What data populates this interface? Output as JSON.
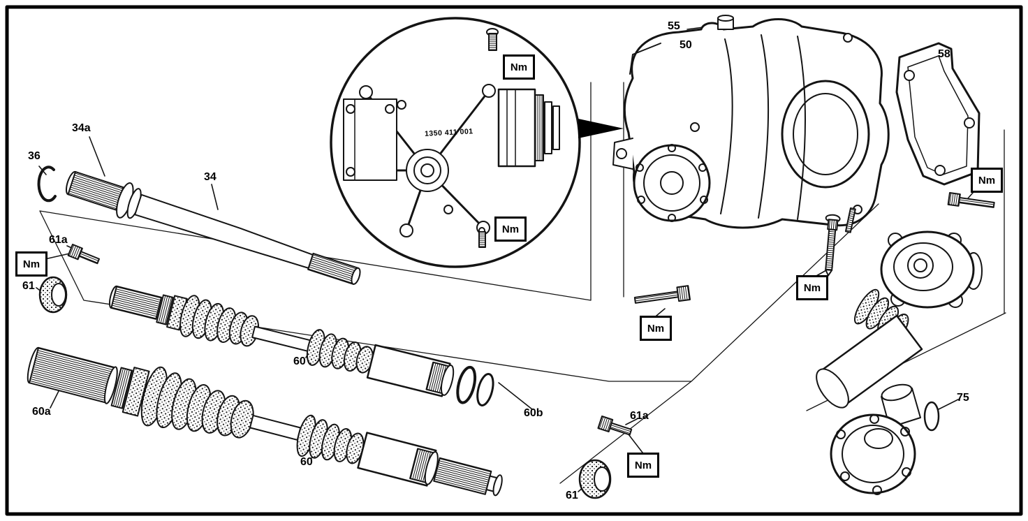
{
  "diagram": {
    "detail_part_number": "1350 411 001",
    "torque_label": "Nm",
    "labels": {
      "l34a": "34a",
      "l36": "36",
      "l34": "34",
      "l55": "55",
      "l50": "50",
      "l58": "58",
      "l61a_upper": "61a",
      "l61_upper": "61",
      "l60_upper": "60",
      "l60a": "60a",
      "l60b": "60b",
      "l60_lower": "60",
      "l61a_lower": "61a",
      "l61_lower": "61",
      "l75": "75"
    }
  }
}
